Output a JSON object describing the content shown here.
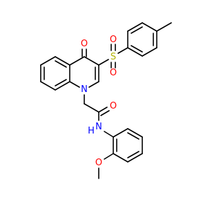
{
  "colors": {
    "bond": "#000000",
    "oxygen": "#ff0000",
    "nitrogen": "#0000ff",
    "sulfur": "#b2b200",
    "background": "#ffffff"
  },
  "atoms": {
    "ketone_o": "O",
    "sulfonyl_s": "S",
    "sulfonyl_o1": "O",
    "sulfonyl_o2": "O",
    "ring_n": "N",
    "amide_o": "O",
    "amide_n": "N",
    "amide_h": "H",
    "ether_o": "O"
  }
}
